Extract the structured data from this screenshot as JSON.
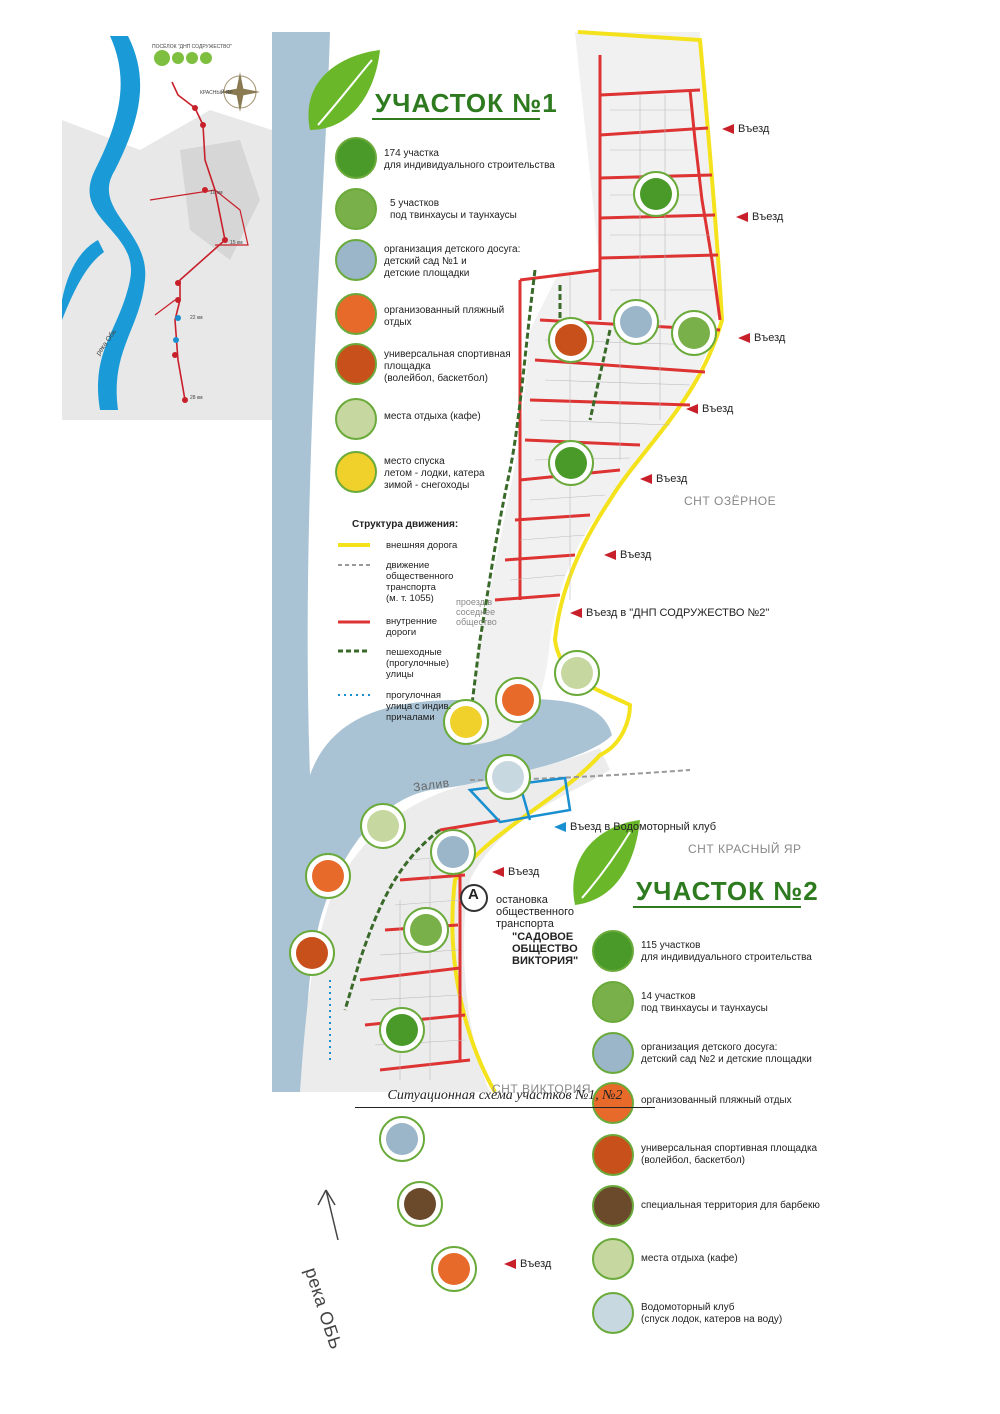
{
  "inset": {
    "title": "ПОСЁЛОК \"ДНП СОДРУЖЕСТВО\"",
    "stops": [
      "КРАСНЫЙ ЯР",
      "10 км",
      "15 км",
      "22 км",
      "28 км"
    ],
    "river": "река Обь"
  },
  "uchastok1": {
    "title": "УЧАСТОК №1",
    "features": [
      {
        "l1": "174 участка",
        "l2": "для индивидуального строительства"
      },
      {
        "l1": "5 участков",
        "l2": "под твинхаусы и таунхаусы"
      },
      {
        "l1": "организация детского досуга:",
        "l2": "детский сад №1 и",
        "l3": "детские площадки"
      },
      {
        "l1": "организованный пляжный",
        "l2": "отдых"
      },
      {
        "l1": "универсальная спортивная",
        "l2": "площадка",
        "l3": "(волейбол, баскетбол)"
      },
      {
        "l1": "места отдыха (кафе)"
      },
      {
        "l1": "место спуска",
        "l2": "летом - лодки, катера",
        "l3": "зимой - снегоходы"
      }
    ]
  },
  "structure": {
    "title": "Структура движения:",
    "items": [
      "внешняя дорога",
      "движение\nобщественного\nтранспорта\n(м. т. 1055)",
      "внутренние\nдороги",
      "пешеходные\n(прогулочные)\nулицы",
      "прогулочная\nулица с индив.\nпричалами"
    ]
  },
  "uchastok2": {
    "title": "УЧАСТОК №2",
    "features": [
      {
        "l1": "115 участков",
        "l2": "для индивидуального строительства"
      },
      {
        "l1": "14 участков",
        "l2": "под твинхаусы и таунхаусы"
      },
      {
        "l1": "организация детского досуга:",
        "l2": "детский сад №2 и детские площадки"
      },
      {
        "l1": "организованный пляжный отдых"
      },
      {
        "l1": "универсальная спортивная площадка",
        "l2": "(волейбол, баскетбол)"
      },
      {
        "l1": "специальная территория для барбекю"
      },
      {
        "l1": "места отдыха (кафе)"
      },
      {
        "l1": "Водомоторный клуб",
        "l2": "(спуск лодок, катеров на воду)"
      }
    ]
  },
  "entries": [
    "Въезд",
    "Въезд",
    "Въезд",
    "Въезд",
    "Въезд",
    "Въезд",
    "Въезд в \"ДНП СОДРУЖЕСТВО №2\"",
    "Въезд в Водомоторный клуб",
    "Въезд",
    "Въезд"
  ],
  "areas": [
    "СНТ ОЗЁРНОЕ",
    "СНТ КРАСНЫЙ ЯР",
    "СНТ ВИКТОРИЯ",
    "Залив"
  ],
  "passage": {
    "l1": "проезд",
    "l2": "в соседнее",
    "l3": "общество"
  },
  "bus_stop": {
    "letter": "А",
    "l1": "остановка",
    "l2": "общественного",
    "l3": "транспорта",
    "n1": "\"САДОВОЕ",
    "n2": "ОБЩЕСТВО",
    "n3": "ВИКТОРИЯ\""
  },
  "river_label": "река ОБЬ",
  "caption": "Ситуационная схема участков №1, №2",
  "colors": {
    "external_road": "#f4e21d",
    "internal_road": "#d33333",
    "pedestrian": "#3a6a2a",
    "water_club": "#1a8fd0",
    "river": "#a9c3d4",
    "title_green": "#2d7a1f"
  }
}
